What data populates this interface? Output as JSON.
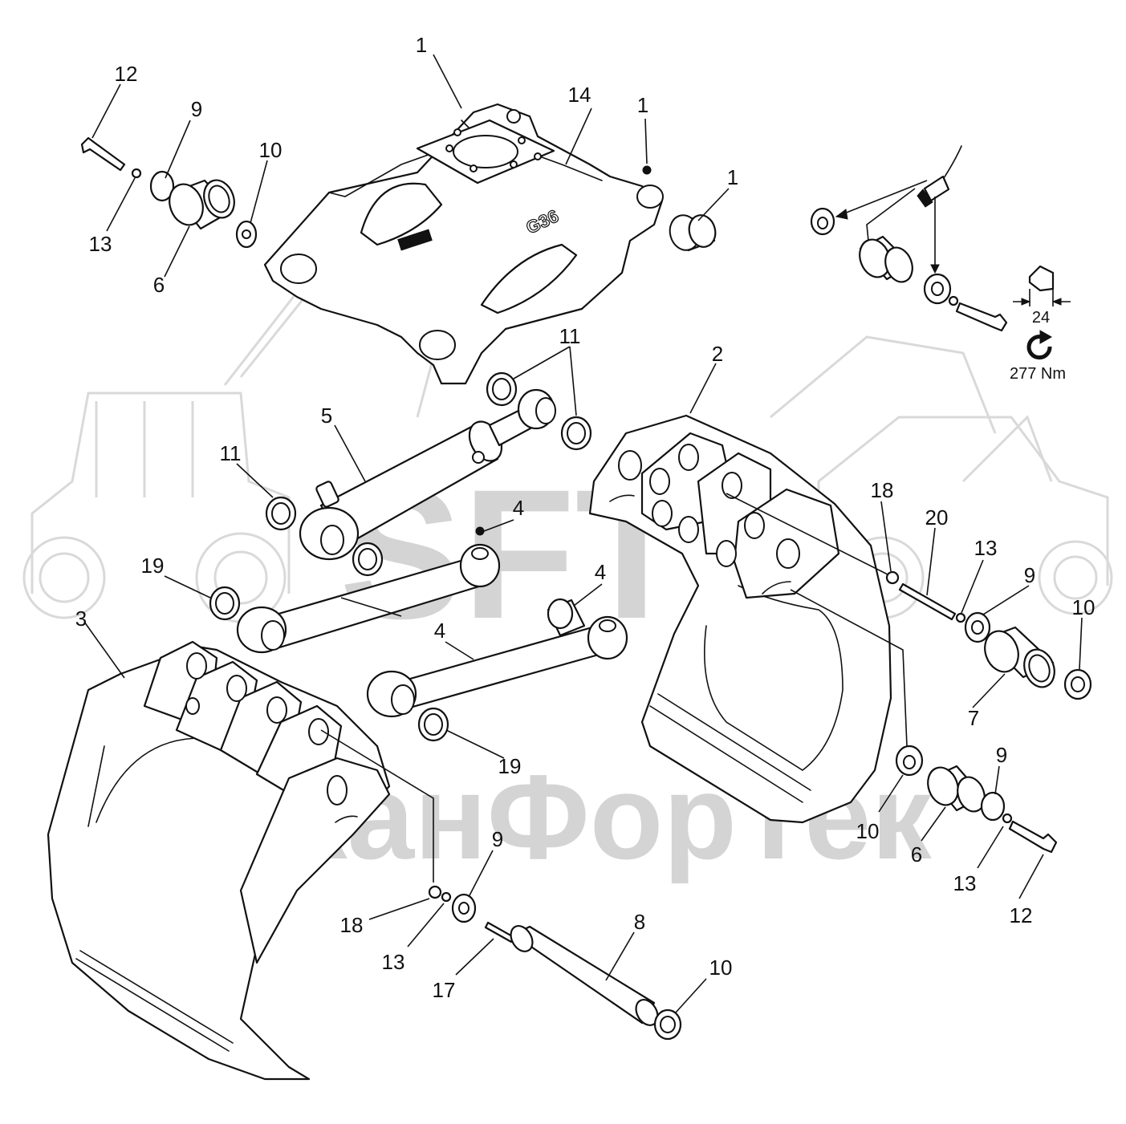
{
  "watermark": {
    "brand": "SFT",
    "company": "СканФорТек"
  },
  "model_badge": "G36",
  "lubrication_spec": {
    "wrench_size": "24",
    "torque": "277 Nm",
    "brush_icon": "brush-icon",
    "rotate_icon": "rotate-clockwise-icon"
  },
  "callouts": [
    {
      "id": "c-1a",
      "label": "1"
    },
    {
      "id": "c-14",
      "label": "14"
    },
    {
      "id": "c-1b",
      "label": "1"
    },
    {
      "id": "c-1c",
      "label": "1"
    },
    {
      "id": "c-12a",
      "label": "12"
    },
    {
      "id": "c-9a",
      "label": "9"
    },
    {
      "id": "c-10a",
      "label": "10"
    },
    {
      "id": "c-13a",
      "label": "13"
    },
    {
      "id": "c-6a",
      "label": "6"
    },
    {
      "id": "c-11a",
      "label": "11"
    },
    {
      "id": "c-2",
      "label": "2"
    },
    {
      "id": "c-5",
      "label": "5"
    },
    {
      "id": "c-11b",
      "label": "11"
    },
    {
      "id": "c-4a",
      "label": "4"
    },
    {
      "id": "c-19a",
      "label": "19"
    },
    {
      "id": "c-4b",
      "label": "4"
    },
    {
      "id": "c-4c",
      "label": "4"
    },
    {
      "id": "c-3",
      "label": "3"
    },
    {
      "id": "c-19b",
      "label": "19"
    },
    {
      "id": "c-18a",
      "label": "18"
    },
    {
      "id": "c-20",
      "label": "20"
    },
    {
      "id": "c-13b",
      "label": "13"
    },
    {
      "id": "c-9b",
      "label": "9"
    },
    {
      "id": "c-10b",
      "label": "10"
    },
    {
      "id": "c-7",
      "label": "7"
    },
    {
      "id": "c-9c",
      "label": "9"
    },
    {
      "id": "c-10c",
      "label": "10"
    },
    {
      "id": "c-6b",
      "label": "6"
    },
    {
      "id": "c-13c",
      "label": "13"
    },
    {
      "id": "c-12b",
      "label": "12"
    },
    {
      "id": "c-9d",
      "label": "9"
    },
    {
      "id": "c-18b",
      "label": "18"
    },
    {
      "id": "c-13d",
      "label": "13"
    },
    {
      "id": "c-8",
      "label": "8"
    },
    {
      "id": "c-17",
      "label": "17"
    },
    {
      "id": "c-10d",
      "label": "10"
    }
  ]
}
